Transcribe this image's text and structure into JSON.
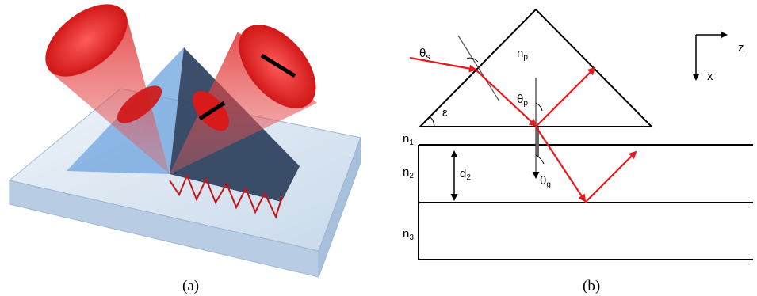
{
  "panel_a": {
    "caption": "(a)"
  },
  "panel_b": {
    "caption": "(b)",
    "axes": {
      "horizontal": "z",
      "vertical": "x"
    },
    "angles": {
      "theta_s": {
        "base": "θ",
        "sub": "s"
      },
      "theta_p": {
        "base": "θ",
        "sub": "p"
      },
      "theta_g": {
        "base": "θ",
        "sub": "g"
      },
      "epsilon": "ε"
    },
    "indices": {
      "n_p": {
        "base": "n",
        "sub": "p"
      },
      "n_1": {
        "base": "n",
        "sub": "1"
      },
      "n_2": {
        "base": "n",
        "sub": "2"
      },
      "n_3": {
        "base": "n",
        "sub": "3"
      }
    },
    "thickness": {
      "base": "d",
      "sub": "2"
    }
  },
  "colors": {
    "beam": "#e8171b",
    "prism_outline": "#000000",
    "slab_fill": "#c9daeb"
  }
}
